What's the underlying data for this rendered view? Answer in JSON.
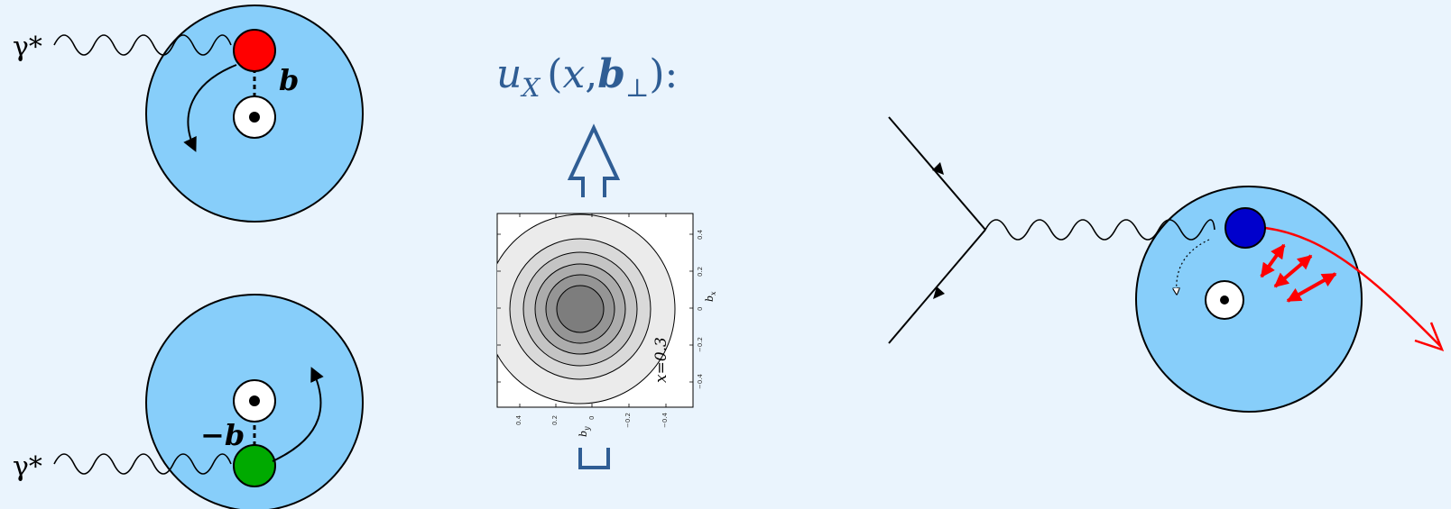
{
  "diagram": {
    "top_left": {
      "photon_label": "γ*",
      "vector_label": "b"
    },
    "bottom_left": {
      "photon_label": "γ*",
      "vector_label": "−b"
    },
    "center": {
      "formula": {
        "u": "u",
        "sub": "X",
        "open": "(",
        "x": "x",
        "comma": ",",
        "b": "b",
        "perp": "⊥",
        "close": "):"
      },
      "inset_plot": {
        "x_axis_label": "b",
        "x_axis_sub": "y",
        "y_axis_label": "b",
        "y_axis_sub": "x",
        "annotation": "x=0.3",
        "x_ticks": [
          "0.4",
          "0.2",
          "0",
          "−0.2",
          "−0.4"
        ],
        "y_ticks": [
          "0.4",
          "0.2",
          "0",
          "−0.2",
          "−0.4"
        ],
        "contour_fills": [
          "#ebebeb",
          "#d9d9d9",
          "#c4c4c4",
          "#acacac",
          "#959595",
          "#7d7d7d"
        ]
      },
      "bracket_symbol": "⊔"
    },
    "colors": {
      "background": "#eaf4fd",
      "nucleon_fill": "#87cefa",
      "formula_text": "#2f5d94",
      "quark_red": "#ff0000",
      "quark_green": "#00aa00",
      "quark_blue": "#0000cc",
      "outgoing_arrow": "#ff0000",
      "force_arrows": "#ff0000"
    }
  }
}
